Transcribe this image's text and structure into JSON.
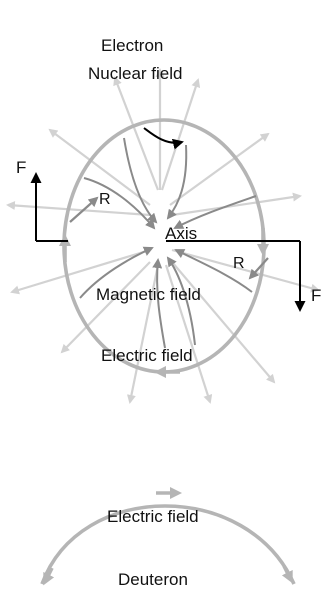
{
  "labels": {
    "electron": "Electron",
    "nuclear_field": "Nuclear field",
    "axis": "Axis",
    "magnetic_field": "Magnetic field",
    "electric_field_top": "Electric field",
    "electric_field_bottom": "Electric field",
    "deuteron": "Deuteron",
    "force_left": "F",
    "force_right": "F",
    "radius_left": "R",
    "radius_right": "R"
  },
  "colors": {
    "ring": "#b5b5b5",
    "light_arrow": "#d2d2d2",
    "mid_arrow": "#8a8a8a",
    "force_arrow": "#000000",
    "text": "#111111"
  }
}
